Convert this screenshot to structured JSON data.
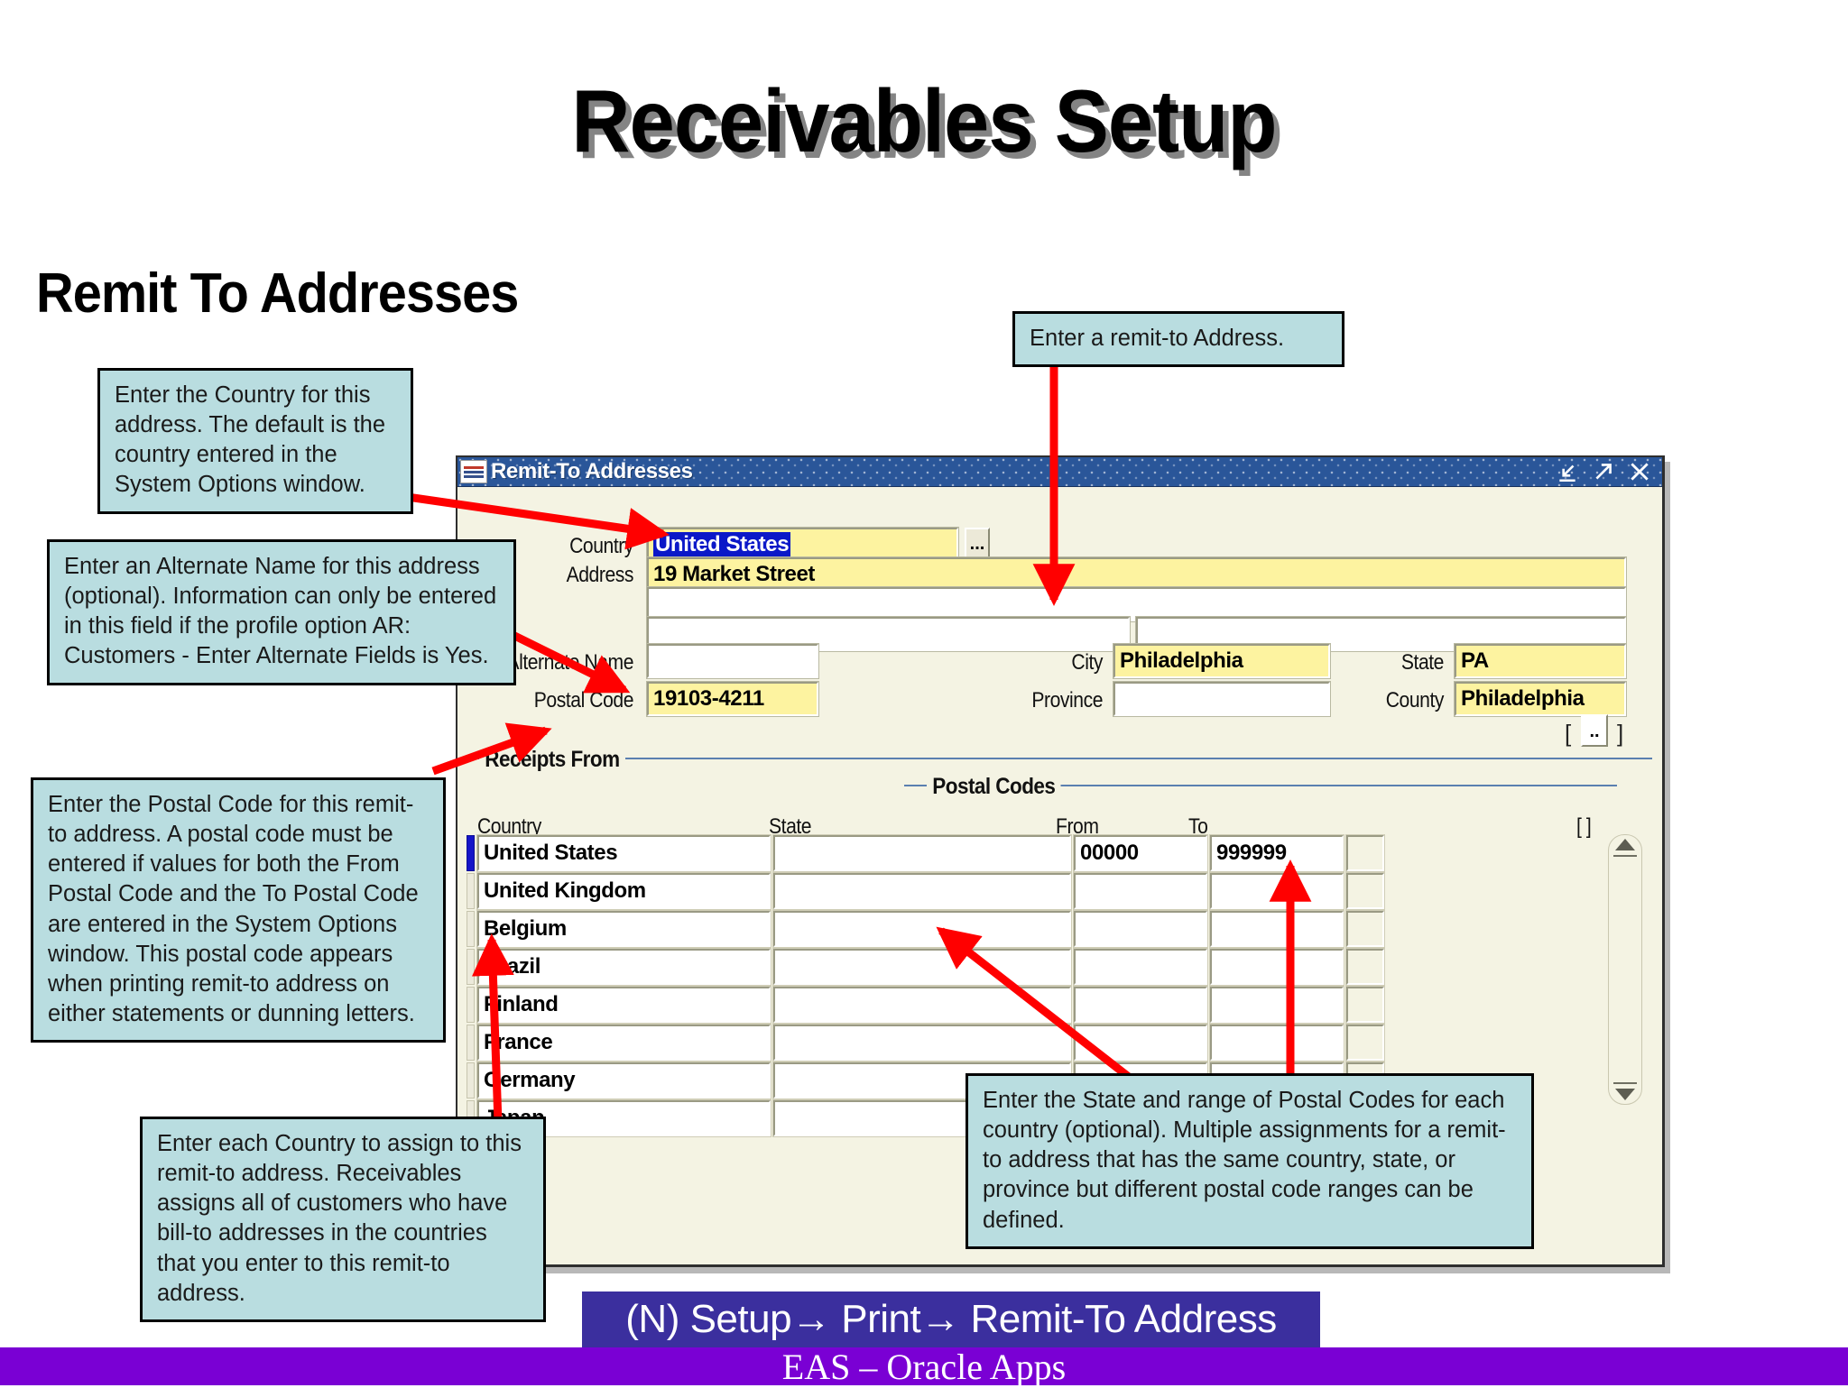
{
  "slide": {
    "title": "Receivables Setup",
    "section_title": "Remit To Addresses",
    "nav_path": "(N) Setup→ Print→ Remit-To Address",
    "footer": "EAS – Oracle Apps",
    "accent_blue": "#2a5699",
    "callout_fill": "#b9dde0",
    "arrow_color": "#ff0000",
    "banner_color": "#3b2f9e",
    "footer_band_color": "#7a00d4"
  },
  "callouts": {
    "country": "Enter the Country for this address. The default is the country entered in the System Options window.",
    "alternate_name": "Enter an Alternate Name for this address (optional). Information can only be entered in this field if the profile option AR: Customers - Enter Alternate Fields is Yes.",
    "postal_code": "Enter the Postal Code for this remit-to address. A postal code must be entered if values for both the From Postal Code and the To Postal Code are entered in the System Options window. This postal code appears when printing remit-to address on either statements or dunning letters.",
    "remit_to_address": "Enter a remit-to Address.",
    "each_country": "Enter each Country to assign to this remit-to address. Receivables assigns all of customers who have bill-to addresses in the countries that you enter to this remit-to address.",
    "state_postal": "Enter the State and range of Postal Codes for each country (optional). Multiple assignments for a remit-to address that has the same country, state, or province but different postal code ranges can be defined."
  },
  "window": {
    "title": "Remit-To Addresses",
    "buttons": {
      "minimize": "minimize-icon",
      "maximize": "maximize-icon",
      "close": "close-icon"
    }
  },
  "form": {
    "labels": {
      "country": "Country",
      "address": "Address",
      "alternate_name": "Alternate Name",
      "postal_code": "Postal Code",
      "city": "City",
      "province": "Province",
      "state": "State",
      "county": "County"
    },
    "values": {
      "country": "United States",
      "address_line1": "19 Market Street",
      "address_line2": "",
      "address_line3": "",
      "address_line4": "",
      "alternate_name": "",
      "postal_code": "19103-4211",
      "city": "Philadelphia",
      "province": "",
      "state": "PA",
      "county": "Philadelphia"
    },
    "lov_button": "...",
    "dff_button": "..",
    "dff_bracket_left": "[",
    "dff_bracket_right": "]"
  },
  "receipts_from": {
    "group_label": "Receipts From",
    "postal_codes_label": "Postal Codes",
    "columns": [
      "Country",
      "State",
      "From",
      "To",
      "[ ]"
    ],
    "rows": [
      {
        "country": "United States",
        "state": "",
        "from": "00000",
        "to": "999999",
        "current": true
      },
      {
        "country": "United Kingdom",
        "state": "",
        "from": "",
        "to": "",
        "current": false
      },
      {
        "country": "Belgium",
        "state": "",
        "from": "",
        "to": "",
        "current": false
      },
      {
        "country": "Brazil",
        "state": "",
        "from": "",
        "to": "",
        "current": false
      },
      {
        "country": "Finland",
        "state": "",
        "from": "",
        "to": "",
        "current": false
      },
      {
        "country": "France",
        "state": "",
        "from": "",
        "to": "",
        "current": false
      },
      {
        "country": "Germany",
        "state": "",
        "from": "",
        "to": "",
        "current": false
      },
      {
        "country": "Japan",
        "state": "",
        "from": "",
        "to": "",
        "current": false
      }
    ]
  }
}
